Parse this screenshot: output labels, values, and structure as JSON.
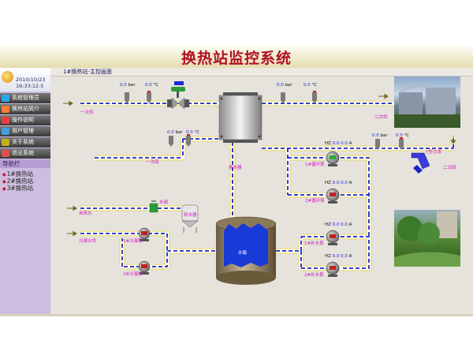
{
  "window": {
    "title": "换热站监控系统"
  },
  "sidebar": {
    "clock": {
      "date": "2010/10/23",
      "time": "16:33:12.5"
    },
    "menu": [
      {
        "label": "系统管理员",
        "icon_color": "#2aa8e8"
      },
      {
        "label": "换热站简介",
        "icon_color": "#f08030"
      },
      {
        "label": "操作说明",
        "icon_color": "#e84040"
      },
      {
        "label": "用户管理",
        "icon_color": "#40a0e0"
      },
      {
        "label": "关于系统",
        "icon_color": "#c0b020"
      },
      {
        "label": "退出系统",
        "icon_color": "#e05050"
      }
    ],
    "nav_header": "导航栏",
    "tree": [
      {
        "label": "1#换热站"
      },
      {
        "label": "2#换热站"
      },
      {
        "label": "3#换热站"
      }
    ]
  },
  "breadcrumb": "1#换热站-主控画面",
  "diagram": {
    "colors": {
      "pipe": "#1a24c8",
      "pipe_fill": "#ffffff",
      "pipe_edge": "#e8dc78",
      "tank": "#1a3ad8",
      "arrow": "#6a6a20"
    },
    "readouts": [
      {
        "id": "p1",
        "value": "0.0",
        "unit": "bar"
      },
      {
        "id": "t1",
        "value": "0.0",
        "unit": "°C"
      },
      {
        "id": "p2",
        "value": "0.0",
        "unit": "bar"
      },
      {
        "id": "t2",
        "value": "0.0",
        "unit": "°C"
      },
      {
        "id": "p3",
        "value": "0.0",
        "unit": "bar"
      },
      {
        "id": "t3",
        "value": "0.0",
        "unit": "°C"
      },
      {
        "id": "p4",
        "value": "0.0",
        "unit": "bar"
      },
      {
        "id": "t4",
        "value": "0.0",
        "unit": "°C"
      }
    ],
    "pumps": [
      {
        "id": "xh1",
        "name": "1#循环泵",
        "hz": "0.0",
        "hz_unit": "HZ",
        "a": "0.0",
        "a_unit": "A"
      },
      {
        "id": "xh2",
        "name": "2#循环泵",
        "hz": "0.0",
        "hz_unit": "HZ",
        "a": "0.0",
        "a_unit": "A"
      },
      {
        "id": "bs1",
        "name": "1#补水泵",
        "hz": "0.0",
        "hz_unit": "HZ",
        "a": "0.0",
        "a_unit": "A"
      },
      {
        "id": "bs2",
        "name": "2#补水泵",
        "hz": "0.0",
        "hz_unit": "HZ",
        "a": "0.0",
        "a_unit": "A"
      },
      {
        "id": "ln1",
        "name": "1#冷凝泵"
      },
      {
        "id": "ln2",
        "name": "2#冷凝泵"
      }
    ],
    "labels": {
      "primary_supply": "一次供",
      "primary_return": "一次回",
      "secondary_supply": "二次供",
      "secondary_return": "二次回",
      "heat_exchanger": "换热器",
      "tap_water": "自来水",
      "condensate_supply": "冷凝水供",
      "water_valve": "水阀",
      "softener": "软水器",
      "filter": "Y型过滤",
      "tank": "水箱"
    }
  }
}
